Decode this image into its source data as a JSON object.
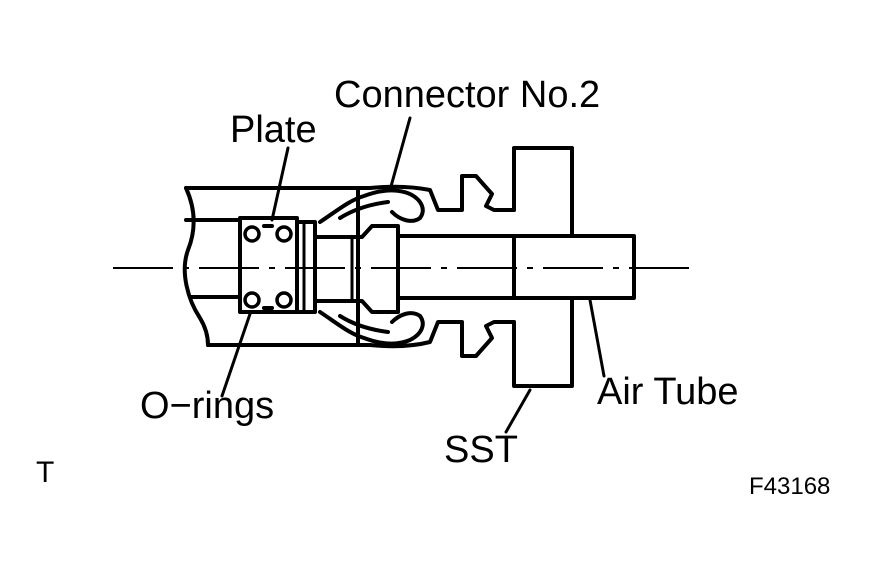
{
  "labels": {
    "connector": "Connector No.2",
    "plate": "Plate",
    "orings": "O−rings",
    "sst": "SST",
    "air_tube": "Air Tube",
    "corner_mark": "T",
    "figure_id": "F43168"
  }
}
